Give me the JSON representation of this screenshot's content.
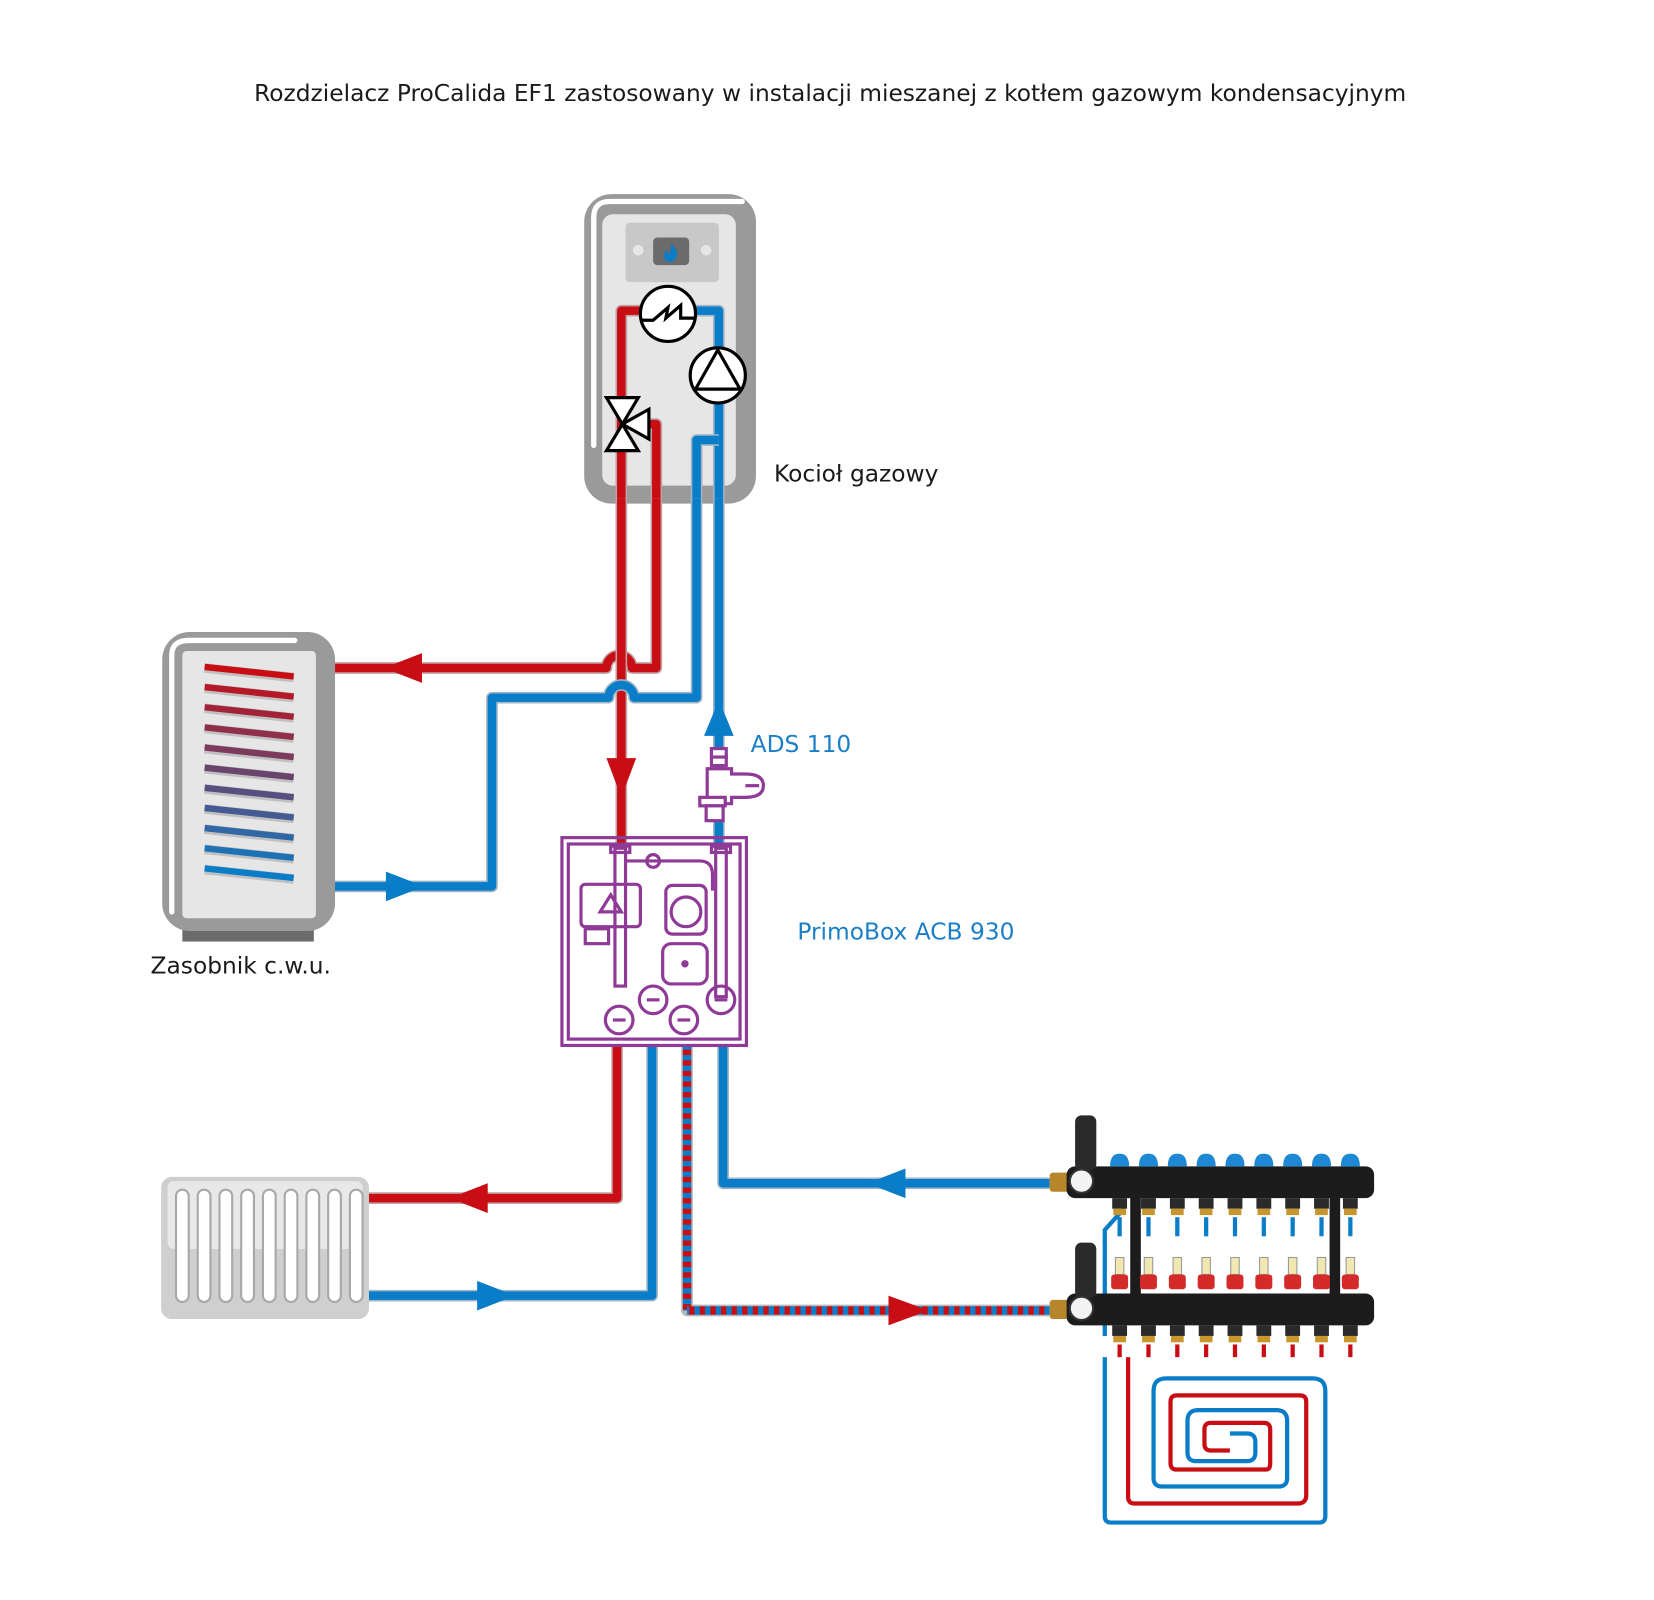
{
  "title": "Rozdzielacz ProCalida EF1 zastosowany w instalacji mieszanej z kotłem gazowym kondensacyjnym",
  "colors": {
    "hot": "#c80d14",
    "cold": "#0a7dc8",
    "component_outline": "#8e3a96",
    "label_blue": "#1a7fc7",
    "casing_gray": "#9a9a9a",
    "casing_light": "#e6e6e6"
  },
  "components": {
    "boiler": {
      "label": "Kocioł gazowy",
      "icons": [
        "flame-icon",
        "heat-exchanger-icon",
        "pump-icon",
        "three-way-valve-icon"
      ]
    },
    "tank": {
      "label": "Zasobnik c.w.u.",
      "coil_turns": 11
    },
    "separator": {
      "label": "ADS 110"
    },
    "mixing_unit": {
      "label": "PrimoBox ACB 930",
      "gauges": 4
    },
    "radiator": {
      "label": "",
      "fins": 9
    },
    "manifold": {
      "label": "",
      "circuits": 9
    },
    "floor_loop": {
      "label": ""
    }
  },
  "flows": [
    {
      "from": "boiler",
      "to": "tank",
      "medium": "hot"
    },
    {
      "from": "tank",
      "to": "boiler",
      "medium": "cold"
    },
    {
      "from": "boiler",
      "to": "mixing_unit",
      "medium": "hot"
    },
    {
      "from": "mixing_unit",
      "to": "boiler",
      "medium": "cold",
      "via": "separator"
    },
    {
      "from": "mixing_unit",
      "to": "radiator",
      "medium": "hot"
    },
    {
      "from": "radiator",
      "to": "mixing_unit",
      "medium": "cold"
    },
    {
      "from": "mixing_unit",
      "to": "manifold",
      "medium": "mixed"
    },
    {
      "from": "manifold",
      "to": "mixing_unit",
      "medium": "cold"
    }
  ]
}
